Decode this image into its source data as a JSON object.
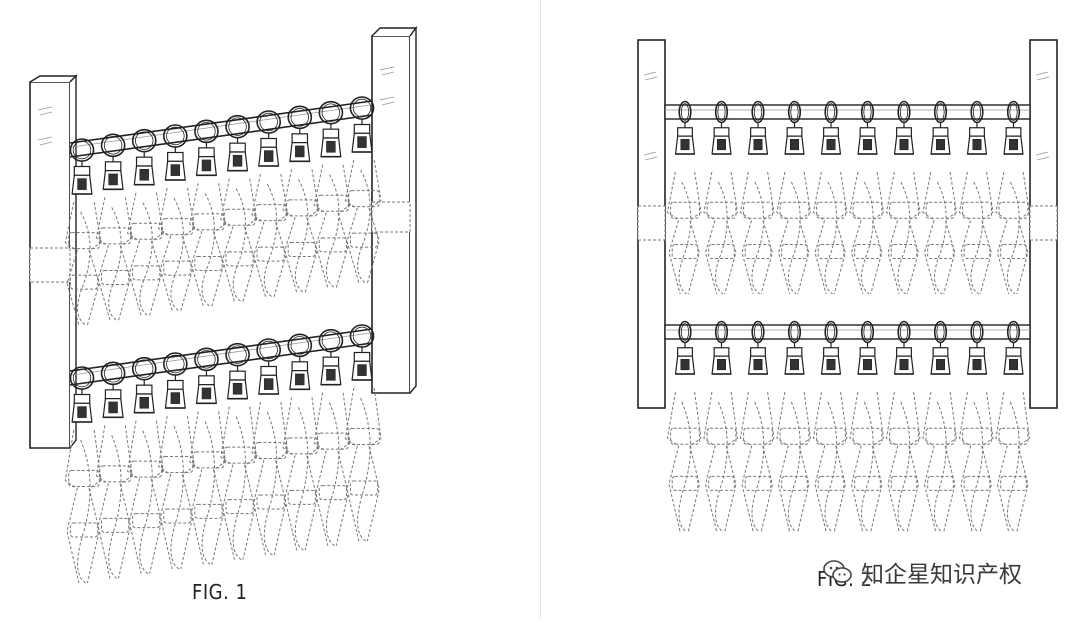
{
  "figures": [
    {
      "id": "fig1",
      "caption": "FIG. 1",
      "view": "perspective"
    },
    {
      "id": "fig2",
      "caption": "FIG. 2",
      "view": "front"
    }
  ],
  "rods_per_figure": 2,
  "clips_per_rod": 10,
  "watermark": {
    "text": "知企星知识产权",
    "icon": "wechat-icon"
  },
  "colors": {
    "line": "#222222",
    "dashed": "#777777",
    "divider": "#e6e6e6"
  }
}
